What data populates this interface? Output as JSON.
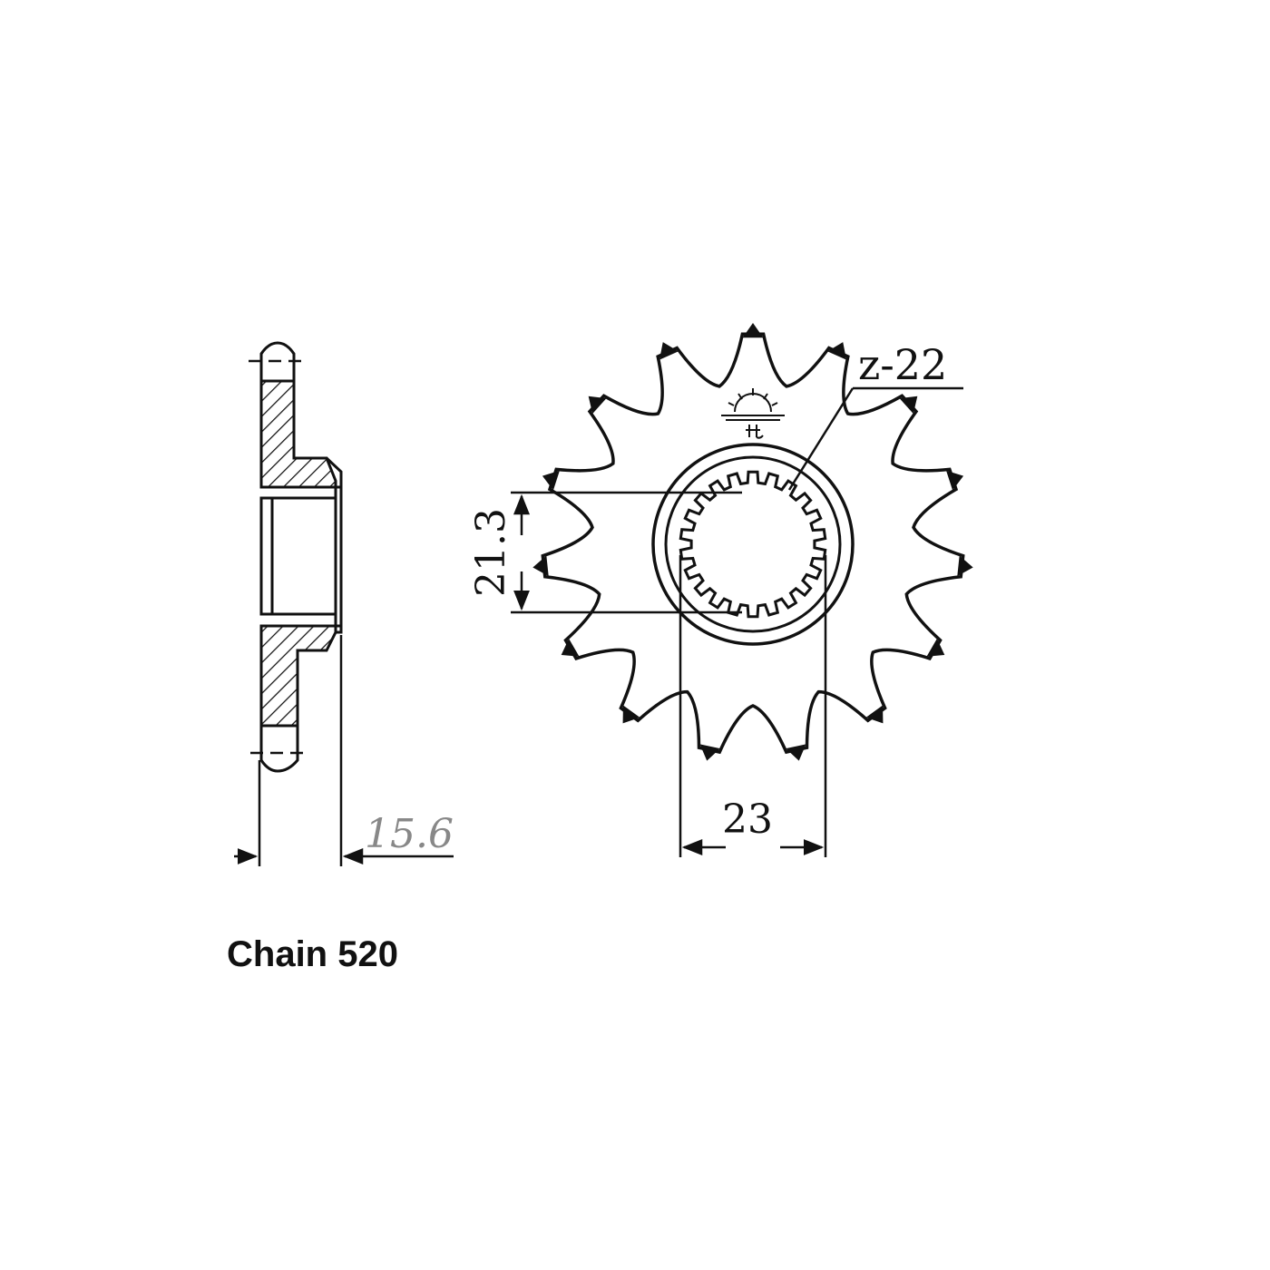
{
  "diagram": {
    "spline_label": "z-22",
    "bore_dimension": "21.3",
    "spline_dimension": "23",
    "width_dimension": "15.6",
    "caption": "Chain 520",
    "sprocket_teeth": 15,
    "logo": "sun-logo",
    "colors": {
      "line": "#111111",
      "muted_dimension": "#888888",
      "background": "#ffffff"
    }
  }
}
